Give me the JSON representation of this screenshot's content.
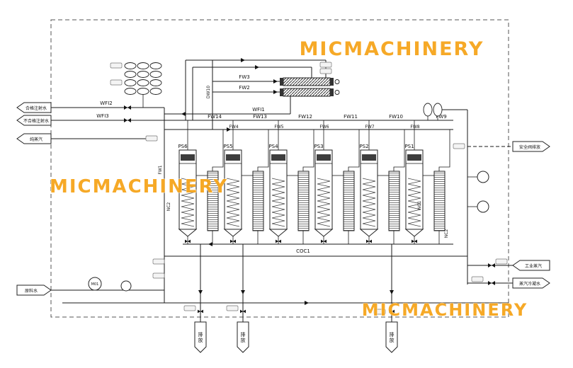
{
  "watermarks": [
    {
      "text": "MICMACHINERY"
    },
    {
      "text": "MICMACHINERY"
    },
    {
      "text": "MICMACHINERY"
    }
  ],
  "colors": {
    "watermark": "#F6A51C",
    "line": "#1a1a1a"
  },
  "top_labels": {
    "fw3": "FW3",
    "fw2": "FW2",
    "wfi1": "WFI1",
    "wfi2": "WFI2",
    "wfi3": "WFI3",
    "dw10": "DW10"
  },
  "side_labels": {
    "fw1": "FW1",
    "nc2_left": "NC2",
    "nc1": "NC1",
    "nc2_right": "NC2",
    "coc1": "COC1"
  },
  "columns": [
    {
      "fw": "FW14",
      "ps": "PS6",
      "sub": "FW4"
    },
    {
      "fw": "FW13",
      "ps": "PS5",
      "sub": "FW5"
    },
    {
      "fw": "FW12",
      "ps": "PS4",
      "sub": "FW6"
    },
    {
      "fw": "FW11",
      "ps": "PS3",
      "sub": "FW7"
    },
    {
      "fw": "FW10",
      "ps": "PS2",
      "sub": "FW8"
    },
    {
      "fw": "FW9",
      "ps": "PS1",
      "sub": ""
    }
  ],
  "equipment": {
    "pump": "M01"
  },
  "flags": {
    "left": [
      {
        "label": "合格注射水"
      },
      {
        "label": "不合格注射水"
      },
      {
        "label": "纯蒸汽"
      },
      {
        "label": "原料水"
      }
    ],
    "right": [
      {
        "label": "安全阀排放"
      },
      {
        "label": "工业蒸汽"
      },
      {
        "label": "蒸汽冷凝水"
      }
    ],
    "bottom": [
      {
        "label": "排放"
      },
      {
        "label": "排放"
      },
      {
        "label": "排放"
      }
    ]
  }
}
